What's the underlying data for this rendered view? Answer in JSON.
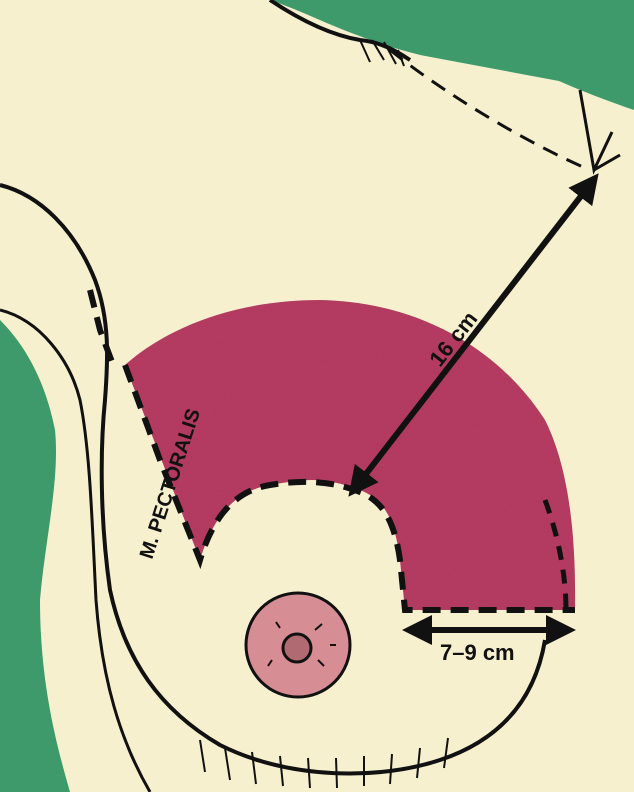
{
  "labels": {
    "muscle": "M. PECTORALIS",
    "distance_apex": "16 cm",
    "distance_base": "7–9 cm"
  },
  "colors": {
    "background_green": "#3f9a6b",
    "skin": "#f6f0cf",
    "resection_zone": "#b33a5c",
    "areola": "#d68d94",
    "ink": "#111111"
  }
}
